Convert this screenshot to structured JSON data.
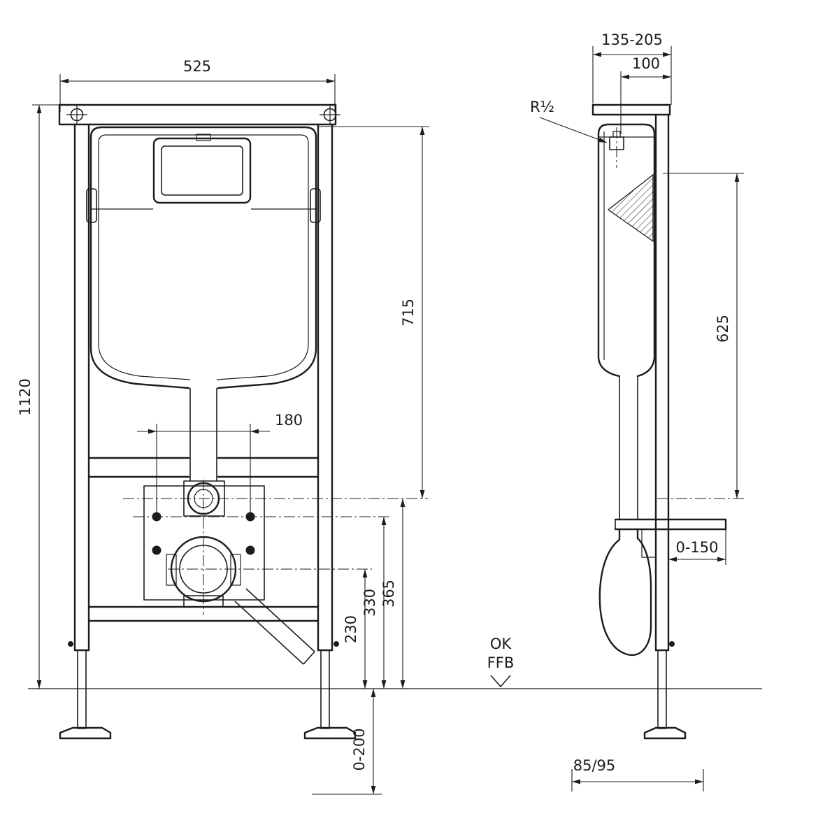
{
  "colors": {
    "ink": "#1c1c1c",
    "background": "#ffffff"
  },
  "front_view": {
    "width": "525",
    "total_height": "1120",
    "upper_height": "715",
    "bolt_spacing": "180",
    "supply_height": "365",
    "fixing_height": "330",
    "outlet_height": "230",
    "foot_adjust": "0-200"
  },
  "side_view": {
    "depth_adjust": "135-205",
    "top_offset": "100",
    "water_connection": "R½",
    "tank_height": "625",
    "wall_adjust": "0-150",
    "outlet_offset": "85/95"
  },
  "floor": {
    "ok": "OK",
    "ffb": "FFB"
  }
}
